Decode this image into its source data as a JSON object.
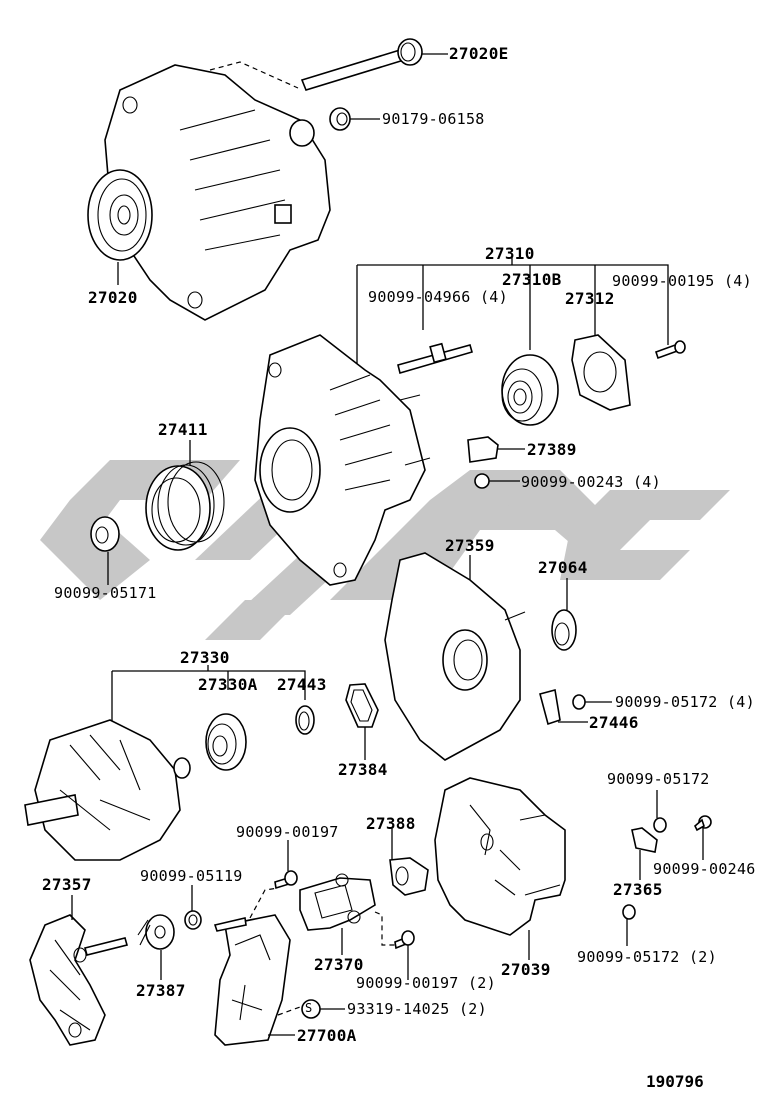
{
  "diagram": {
    "title": "Alternator exploded parts diagram",
    "reference_code": "190796",
    "watermark_color": "#c7c7c7",
    "line_color": "#000000",
    "background": "#ffffff"
  },
  "labels": {
    "p27020E": "27020E",
    "p90179_06158": "90179-06158",
    "p27020": "27020",
    "p27310": "27310",
    "p27310B": "27310B",
    "p90099_04966": "90099-04966 (4)",
    "p27312": "27312",
    "p90099_00195": "90099-00195 (4)",
    "p27389": "27389",
    "p90099_00243": "90099-00243 (4)",
    "p27411": "27411",
    "p90099_05171": "90099-05171",
    "p27359": "27359",
    "p27064": "27064",
    "p27330": "27330",
    "p27330A": "27330A",
    "p27443": "27443",
    "p90099_05172_4": "90099-05172 (4)",
    "p27446": "27446",
    "p27384": "27384",
    "p90099_05172": "90099-05172",
    "p90099_00246": "90099-00246",
    "p27365": "27365",
    "p90099_05172_2": "90099-05172 (2)",
    "p27357": "27357",
    "p90099_05119": "90099-05119",
    "p27387": "27387",
    "p90099_00197": "90099-00197",
    "p27388": "27388",
    "p27370": "27370",
    "p90099_00197_2": "90099-00197 (2)",
    "p27039": "27039",
    "p93319_14025": "93319-14025 (2)",
    "p27700A": "27700A",
    "s_marker": "S"
  }
}
